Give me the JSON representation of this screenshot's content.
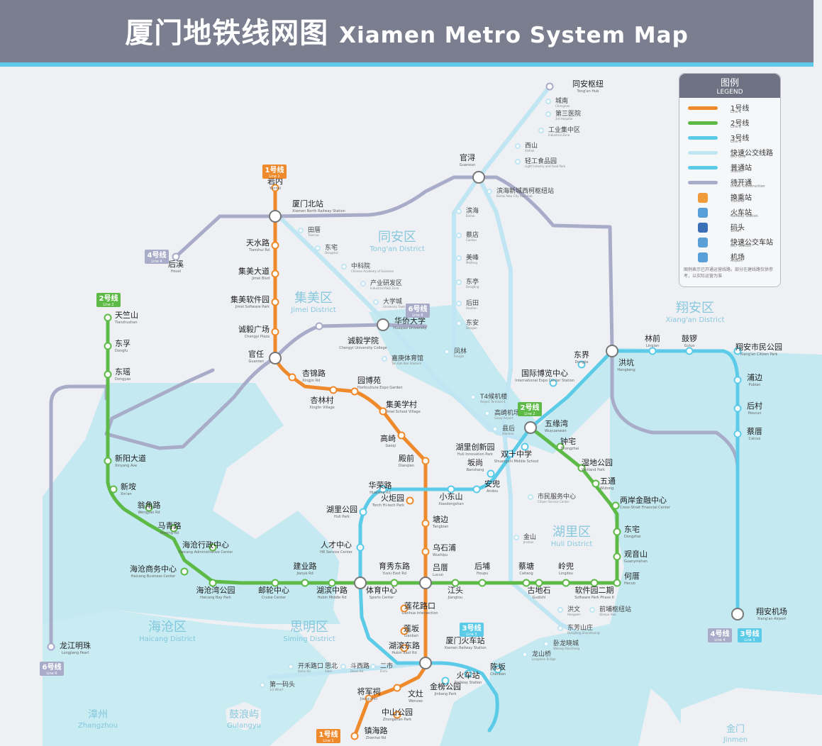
{
  "header": {
    "title_cn": "厦门地铁线网图",
    "title_en": "Xiamen Metro System Map"
  },
  "colors": {
    "line1": "#ef8a2c",
    "line2": "#5dba46",
    "line3": "#5ccbe8",
    "line4": "#a9acc9",
    "line6": "#a9acc9",
    "brt": "#bfe6f2",
    "sea": "#bce8f0",
    "land": "#eef0f4"
  },
  "legend": {
    "title_cn": "图例",
    "title_en": "LEGEND",
    "items": [
      {
        "cn": "1号线",
        "en": "Line 1"
      },
      {
        "cn": "2号线",
        "en": "Line 2"
      },
      {
        "cn": "3号线",
        "en": "Line 3"
      },
      {
        "cn": "快速公交线路",
        "en": "BRT Line"
      },
      {
        "cn": "普通站",
        "en": "Station"
      },
      {
        "cn": "待开通",
        "en": "Under Construction"
      },
      {
        "cn": "换乘站",
        "en": "Transfer"
      },
      {
        "cn": "火车站",
        "en": "Railway Station"
      },
      {
        "cn": "码头",
        "en": "Wharf"
      },
      {
        "cn": "快速公交车站",
        "en": "BRT Station"
      },
      {
        "cn": "机场",
        "en": "Airport"
      }
    ],
    "note": "图例表示已开通运营线路，部分在建线路仅供参考，以实际运营为准"
  },
  "line_badges": [
    {
      "id": "line1-top",
      "cn": "1号线",
      "en": "Line 1"
    },
    {
      "id": "line1-bottom",
      "cn": "1号线",
      "en": "Line 1"
    },
    {
      "id": "line2-left",
      "cn": "2号线",
      "en": "Line 2"
    },
    {
      "id": "line2-mid",
      "cn": "2号线",
      "en": "Line 2"
    },
    {
      "id": "line3-bottom",
      "cn": "3号线",
      "en": "Line 3"
    },
    {
      "id": "line3-right",
      "cn": "3号线",
      "en": "Line 3"
    },
    {
      "id": "line4-left",
      "cn": "4号线",
      "en": "Line 4"
    },
    {
      "id": "line4-right",
      "cn": "4号线",
      "en": "Line 4"
    },
    {
      "id": "line6-mid",
      "cn": "6号线",
      "en": "Line 6"
    },
    {
      "id": "line6-left",
      "cn": "6号线",
      "en": "Line 6"
    }
  ],
  "districts": [
    {
      "cn": "同安区",
      "en": "Tong'an District"
    },
    {
      "cn": "集美区",
      "en": "Jimei District"
    },
    {
      "cn": "翔安区",
      "en": "Xiang'an District"
    },
    {
      "cn": "湖里区",
      "en": "Huli District"
    },
    {
      "cn": "海沧区",
      "en": "Haicang District"
    },
    {
      "cn": "思明区",
      "en": "Siming District"
    },
    {
      "cn": "漳州",
      "en": "Zhangzhou"
    },
    {
      "cn": "鼓浪屿",
      "en": "Gulangyu"
    },
    {
      "cn": "金门",
      "en": "Jinmen"
    }
  ],
  "stations": {
    "line1": [
      {
        "cn": "岩内",
        "en": "Yannei"
      },
      {
        "cn": "厦门北站",
        "en": "Xiamen North Railway Station"
      },
      {
        "cn": "天水路",
        "en": "Tianshui Rd"
      },
      {
        "cn": "集美大道",
        "en": "Jimei Blvd"
      },
      {
        "cn": "集美软件园",
        "en": "Jimei Software Park"
      },
      {
        "cn": "诚毅广场",
        "en": "Chengyi Plaza"
      },
      {
        "cn": "官任",
        "en": "Guanren"
      },
      {
        "cn": "杏锦路",
        "en": "Xingjin Rd"
      },
      {
        "cn": "杏林村",
        "en": "Xinglin Village"
      },
      {
        "cn": "园博苑",
        "en": "Horticulture Expo Garden"
      },
      {
        "cn": "集美学村",
        "en": "Jimei School Village"
      },
      {
        "cn": "高崎",
        "en": "Gaoqi"
      },
      {
        "cn": "殿前",
        "en": "Dianqian"
      },
      {
        "cn": "火炬园",
        "en": "Torch Hi-tech Park"
      },
      {
        "cn": "塘边",
        "en": "Tangbian"
      },
      {
        "cn": "乌石浦",
        "en": "Wushipu"
      },
      {
        "cn": "吕厝",
        "en": "Lucuo"
      },
      {
        "cn": "莲花路口",
        "en": "Lianhua Intersection"
      },
      {
        "cn": "莲坂",
        "en": "Lianban"
      },
      {
        "cn": "湖滨东路",
        "en": "Hubin East Rd"
      },
      {
        "cn": "将军祠",
        "en": "Jiangjunci"
      },
      {
        "cn": "文灶",
        "en": "Wenzao"
      },
      {
        "cn": "中山公园",
        "en": "Zhongshan Park"
      },
      {
        "cn": "镇海路",
        "en": "Zhenhai Rd"
      }
    ],
    "line2": [
      {
        "cn": "天竺山",
        "en": "Tianzhushan"
      },
      {
        "cn": "东孚",
        "en": "Dongfu"
      },
      {
        "cn": "东瑶",
        "en": "Dongyao"
      },
      {
        "cn": "新阳大道",
        "en": "Xinyang Ave"
      },
      {
        "cn": "新垵",
        "en": "Xin'an"
      },
      {
        "cn": "翁角路",
        "en": "Wengjiao Rd"
      },
      {
        "cn": "马青路",
        "en": "Maqing Rd"
      },
      {
        "cn": "海沧行政中心",
        "en": "Haicang Administrative Center"
      },
      {
        "cn": "海沧商务中心",
        "en": "Haicang Business Center"
      },
      {
        "cn": "海沧湾公园",
        "en": "Haicang Bay Park"
      },
      {
        "cn": "邮轮中心",
        "en": "Cruise Center"
      },
      {
        "cn": "建业路",
        "en": "Jianye Rd"
      },
      {
        "cn": "湖滨中路",
        "en": "Hubin Middle Rd"
      },
      {
        "cn": "体育中心",
        "en": "Sports Center"
      },
      {
        "cn": "育秀东路",
        "en": "Yuxiu East Rd"
      },
      {
        "cn": "江头",
        "en": "Jiangtou"
      },
      {
        "cn": "后埔",
        "en": "Houpu"
      },
      {
        "cn": "古地石",
        "en": "Gudishi"
      },
      {
        "cn": "蔡塘",
        "en": "Caitang"
      },
      {
        "cn": "岭兜",
        "en": "Lingdou"
      },
      {
        "cn": "软件园二期",
        "en": "Software Park Phase II"
      },
      {
        "cn": "何厝",
        "en": "Hecuo"
      },
      {
        "cn": "观音山",
        "en": "Guanyinshan"
      },
      {
        "cn": "东宅",
        "en": "Dongzhai"
      },
      {
        "cn": "两岸金融中心",
        "en": "Cross-Strait Financial Center"
      },
      {
        "cn": "五通",
        "en": "Wutong"
      },
      {
        "cn": "湿地公园",
        "en": "Wetland Park"
      },
      {
        "cn": "钟宅",
        "en": "Zhongzhai"
      },
      {
        "cn": "五缘湾",
        "en": "Wuyuanwan"
      }
    ],
    "line3": [
      {
        "cn": "华荣路",
        "en": "Huarong Rd"
      },
      {
        "cn": "湖里公园",
        "en": "Huli Park"
      },
      {
        "cn": "人才中心",
        "en": "HR Service Center"
      },
      {
        "cn": "小东山",
        "en": "Xiaodongshan"
      },
      {
        "cn": "安兜",
        "en": "Andou"
      },
      {
        "cn": "坂尚",
        "en": "Banshang"
      },
      {
        "cn": "湖里创新园",
        "en": "Huli Innovation Park"
      },
      {
        "cn": "双十中学",
        "en": "Shuangshi Middle School"
      },
      {
        "cn": "国际博览中心",
        "en": "International Expo Center Station"
      },
      {
        "cn": "东界",
        "en": "Dongjie"
      },
      {
        "cn": "洪坑",
        "en": "Hongkeng"
      },
      {
        "cn": "林前",
        "en": "Linqian"
      },
      {
        "cn": "鼓锣",
        "en": "Guluo"
      },
      {
        "cn": "翔安市民公园",
        "en": "Xiang'an Citizen Park"
      },
      {
        "cn": "浦边",
        "en": "Pubian"
      },
      {
        "cn": "后村",
        "en": "Houcun"
      },
      {
        "cn": "蔡厝",
        "en": "Caicuo"
      },
      {
        "cn": "厦门火车站",
        "en": "Xiamen Railway Station"
      },
      {
        "cn": "火车站",
        "en": "Railway Station"
      },
      {
        "cn": "金榜公园",
        "en": "Jinbang Park"
      },
      {
        "cn": "陈坂",
        "en": "Chenban"
      }
    ],
    "line4": [
      {
        "cn": "同安枢纽",
        "en": "Tong'an Hub"
      },
      {
        "cn": "官浔",
        "en": "Guanxun"
      },
      {
        "cn": "翔安机场",
        "en": "Xiang'an Airport"
      },
      {
        "cn": "后溪",
        "en": "Houxi"
      }
    ],
    "line6": [
      {
        "cn": "华侨大学",
        "en": "Huaqiao University"
      },
      {
        "cn": "诚毅学院",
        "en": "Chengyi University College"
      },
      {
        "cn": "龙江明珠",
        "en": "Longjiang Pearl"
      }
    ],
    "brt": [
      {
        "cn": "城南",
        "en": "Chengnan"
      },
      {
        "cn": "第三医院",
        "en": "3rd Hospital"
      },
      {
        "cn": "工业集中区",
        "en": "Industrial Zone"
      },
      {
        "cn": "西山",
        "en": "Xishan"
      },
      {
        "cn": "轻工食品园",
        "en": "Light Industry and Food Park"
      },
      {
        "cn": "滨海新城西柯枢纽站",
        "en": "Binhai New City Xike Hub"
      },
      {
        "cn": "田厝",
        "en": "Tiancuo"
      },
      {
        "cn": "东宅",
        "en": "Dongzhai"
      },
      {
        "cn": "中科院",
        "en": "Chinese Academy of Sciences"
      },
      {
        "cn": "产业研发区",
        "en": "Industrial R&D Zone"
      },
      {
        "cn": "大学城",
        "en": "University Town"
      },
      {
        "cn": "嘉庚体育馆",
        "en": "Tan Kah Kee Stadium"
      },
      {
        "cn": "凤林",
        "en": "Fenglin"
      },
      {
        "cn": "滨海",
        "en": "Binhai"
      },
      {
        "cn": "蔡店",
        "en": "Caidian"
      },
      {
        "cn": "美峰",
        "en": "Meifeng"
      },
      {
        "cn": "东亭",
        "en": "Dongting"
      },
      {
        "cn": "后田",
        "en": "Houtian"
      },
      {
        "cn": "东安",
        "en": "Dongan"
      },
      {
        "cn": "T4候机楼",
        "en": "Airport Terminal 4"
      },
      {
        "cn": "高崎机场",
        "en": "Gaoqi Airport"
      },
      {
        "cn": "县后",
        "en": "Xianhou"
      },
      {
        "cn": "市民服务中心",
        "en": "Citizen Service Center"
      },
      {
        "cn": "金山",
        "en": "Jinshan"
      },
      {
        "cn": "洪文",
        "en": "Hongwen"
      },
      {
        "cn": "前埔枢纽站",
        "en": "Qianpu Hub"
      },
      {
        "cn": "东芳山庄",
        "en": "Dongfang Shanzhuang"
      },
      {
        "cn": "卧龙晓城",
        "en": "Wolong Xiaocheng"
      },
      {
        "cn": "龙山桥",
        "en": "Longshan Bridge"
      },
      {
        "cn": "第一码头",
        "en": "1st Wharf"
      },
      {
        "cn": "开禾路口",
        "en": "Kaihe Rd"
      },
      {
        "cn": "思北",
        "en": "Sibei"
      },
      {
        "cn": "斗西路",
        "en": "Douxi Rd"
      },
      {
        "cn": "二市",
        "en": "Ershi"
      }
    ]
  }
}
